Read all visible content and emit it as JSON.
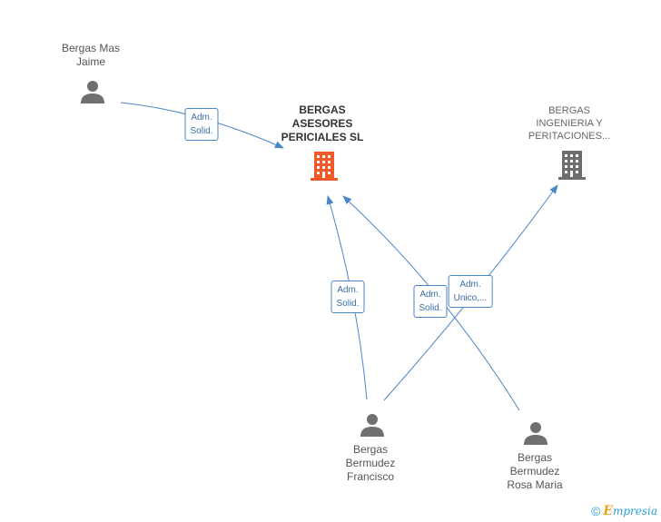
{
  "colors": {
    "edge": "#4a86c8",
    "person_icon": "#707070",
    "focus_company_icon": "#f05a28",
    "company_icon": "#6e6e6e"
  },
  "nodes": {
    "jaime": {
      "line1": "Bergas Mas",
      "line2": "Jaime",
      "icon": "person-icon"
    },
    "focus": {
      "line1": "BERGAS",
      "line2": "ASESORES",
      "line3": "PERICIALES SL",
      "icon": "building-icon"
    },
    "ingenieria": {
      "line1": "BERGAS",
      "line2": "INGENIERIA Y",
      "line3": "PERITACIONES...",
      "icon": "building-icon"
    },
    "francisco": {
      "line1": "Bergas",
      "line2": "Bermudez",
      "line3": "Francisco",
      "icon": "person-icon"
    },
    "rosa": {
      "line1": "Bergas",
      "line2": "Bermudez",
      "line3": "Rosa Maria",
      "icon": "person-icon"
    }
  },
  "edges": {
    "jaime_focus": {
      "line1": "Adm.",
      "line2": "Solid."
    },
    "francisco_focus": {
      "line1": "Adm.",
      "line2": "Solid."
    },
    "rosa_focus": {
      "line1": "Adm.",
      "line2": "Solid."
    },
    "francisco_ingenieria": {
      "line1": "Adm.",
      "line2": "Unico,..."
    }
  },
  "footer": {
    "copyright": "©",
    "brand_initial": "E",
    "brand_rest": "mpresia"
  }
}
